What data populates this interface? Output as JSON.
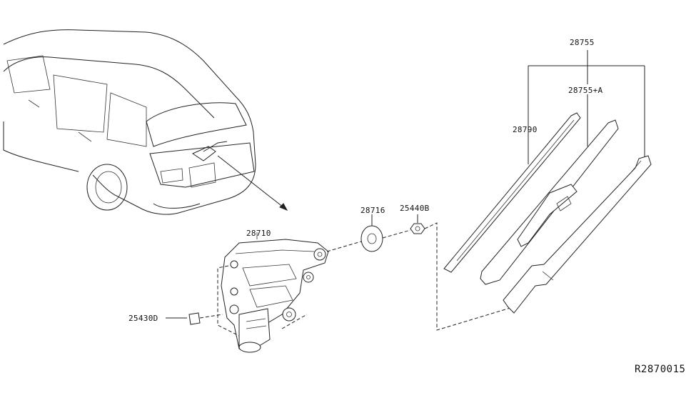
{
  "diagram": {
    "part_labels": {
      "assembly": "28755",
      "blade_refill": "28755+A",
      "arm": "28790",
      "cap": "28716",
      "nut": "25440B",
      "motor": "28710",
      "bolt": "25430D"
    },
    "reference_code": "R2870015"
  }
}
